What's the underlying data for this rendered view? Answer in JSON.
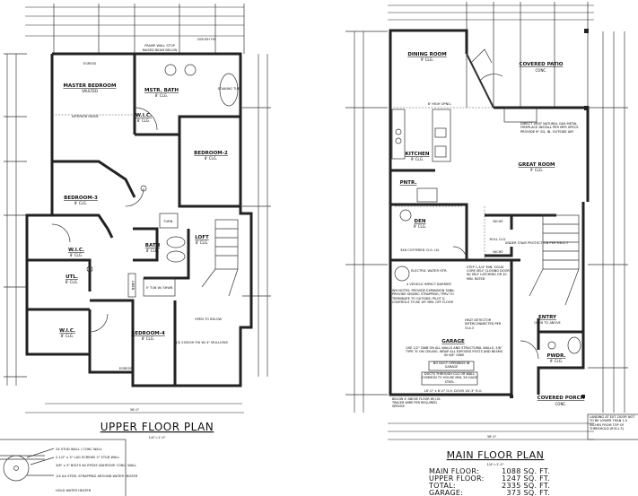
{
  "upper_plan": {
    "title": "UPPER FLOOR PLAN",
    "scale": "1/4\"=1'-0\"",
    "overall_dim": "36'-0\"",
    "rooms": [
      {
        "name": "MASTER BEDROOM",
        "sub": "VAULTED"
      },
      {
        "name": "MSTR. BATH",
        "sub": "8' CLG."
      },
      {
        "name": "W.I.C.",
        "sub": "8' CLG."
      },
      {
        "name": "BEDROOM-2",
        "sub": "8' CLG."
      },
      {
        "name": "BEDROOM-3",
        "sub": "8' CLG."
      },
      {
        "name": "W.I.C.",
        "sub": "8' CLG."
      },
      {
        "name": "UTL.",
        "sub": "8' CLG."
      },
      {
        "name": "BATH",
        "sub": "8' CLG."
      },
      {
        "name": "LOFT",
        "sub": "8' CLG."
      },
      {
        "name": "W.I.C.",
        "sub": "8' CLG."
      },
      {
        "name": "BEDROOM-4",
        "sub": "8' CLG."
      },
      {
        "name": "OPEN TO BELOW",
        "sub": ""
      }
    ],
    "notes": {
      "frame_wall": "FRAME WALL STOP",
      "raised_beam": "RAISED BEAM BELOW",
      "interior_ridge": "INTERIOR RIDGE",
      "egress": "EGRESS",
      "soaking_tub": "SOAKING TUB",
      "furn": "FURN.",
      "tub_shwr": "5' TUB W/ SHWR.",
      "linen": "LINEN",
      "smoke": "SD",
      "mullions": "(3) 2050SH FIX W/ 4\" MULLIONS",
      "window": "2050SH FIX"
    }
  },
  "main_plan": {
    "title": "MAIN FLOOR PLAN",
    "scale": "1/4\"=1'-0\"",
    "overall_dim": "36'-0\"",
    "rooms": [
      {
        "name": "DINING ROOM",
        "sub": "9' CLG."
      },
      {
        "name": "COVERED PATIO",
        "sub": "CONC."
      },
      {
        "name": "KITCHEN",
        "sub": "9' CLG."
      },
      {
        "name": "GREAT ROOM",
        "sub": "9' CLG."
      },
      {
        "name": "PNTR.",
        "sub": ""
      },
      {
        "name": "DEN",
        "sub": "9' CLG."
      },
      {
        "name": "ROLL CLG.",
        "sub": ""
      },
      {
        "name": "GARAGE",
        "sub": ""
      },
      {
        "name": "ENTRY",
        "sub": "OPEN TO ABOVE"
      },
      {
        "name": "PWDR.",
        "sub": "9' CLG."
      },
      {
        "name": "COVERED PORCH",
        "sub": "CONC."
      }
    ],
    "notes": {
      "high_opng": "8' HIGH OPNG.",
      "fireplace": "DIRECT VENT NATURAL GAS METAL FIREPLACE INSTALL PER MFR SPECS. PROVIDE 6\" SQ. IN. OUTSIDE AIR",
      "coffered": "3X6 COFFERED CLG. LN.",
      "niche": "NICHE",
      "door_note": "STEP 1-3/4\" MIN. SOLID CORE SELF CLOSING DOOR W/ SELF LATCHING OR 20 MIN. RATED",
      "water_heater": "ELECTRIC WATER HTR.",
      "impact": "4 VEHICLE IMPACT BARRIER",
      "wh_notes": "WH NOTES: PROVIDE EXPANSION TANK; PROVIDE SEISMIC STRAPPING; TPRV TO TERMINATE TO OUTSIDE; PILOT & CONTROLS TO BE 18\" MIN. OFF FLOOR",
      "heat_detector": "HEAT DETECTOR INTERCONNECTED PER 314.3",
      "gyp": "USE 1/2\" GWB ON ALL WALLS AND STRUCTURAL WALLS. 5/8\" TYPE 'X' ON CEILING. WRAP ALL EXPOSED POSTS AND BEAMS IN 5/8\" GWB",
      "no_duct": "NO DUCT OPENINGS IN GARAGE",
      "ducts": "DUCTS THROUGH CLG OR WALL COMMON TO HOUSE MIN. 26 GAGE STEEL",
      "garage_door": "16'-0\" x 8'-0\" O.H. DOOR 18'-3\" R.O.",
      "under_stair": "UNDER STAIR PROTECTION PER R302.7",
      "landing": "LANDING AT EXT. DOOR NOT TO BE LOWER THAN 1.5 INCHES FROM TOP OF THRESHOLD (R311.3)",
      "panel": "BELOW 4' ABOVE FLOOR W/ LVL TRACER WIRE PER REQUIRED SERVICE"
    }
  },
  "areas": [
    {
      "label": "MAIN FLOOR:",
      "value": "1088 SQ. FT."
    },
    {
      "label": "UPPER FLOOR:",
      "value": "1247 SQ. FT."
    },
    {
      "label": "TOTAL:",
      "value": "2335 SQ. FT."
    },
    {
      "label": "GARAGE:",
      "value": "373 SQ. FT."
    }
  ],
  "detail_notes": [
    "2X STUD WALL / CONC WALL",
    "2-1/2\" x 3\" LAG SCREWS 2\" STUD WALL",
    "3/8\" x 3\" BOLTS W/ EPOXY ADHESIVE CONC. WALL",
    "1/4 AA STEEL STRAPPING AROUND WATER HEATER",
    "HOLD WATER HEATER"
  ]
}
